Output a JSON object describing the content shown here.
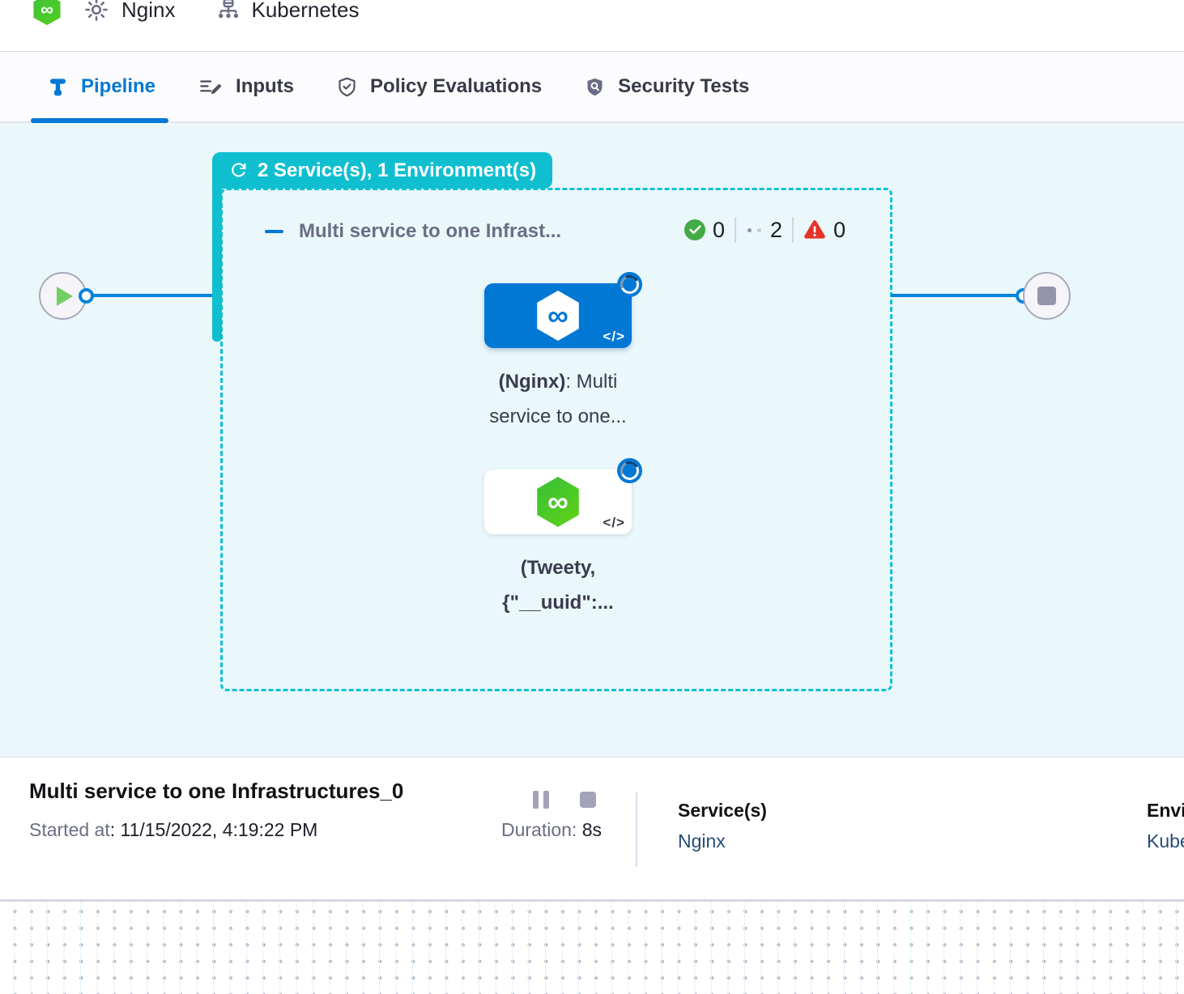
{
  "header": {
    "service_crumb": "Nginx",
    "environment_crumb": "Kubernetes"
  },
  "tabs": [
    {
      "label": "Pipeline"
    },
    {
      "label": "Inputs"
    },
    {
      "label": "Policy Evaluations"
    },
    {
      "label": "Security Tests"
    }
  ],
  "canvas": {
    "group_badge": "2 Service(s), 1 Environment(s)",
    "stage_header": {
      "title": "Multi service to one Infrast...",
      "success_count": "0",
      "running_count": "2",
      "failed_count": "0"
    },
    "nodes": [
      {
        "label_bold": "(Nginx)",
        "label_rest": ": Multi",
        "label_line2": "service to one...",
        "code_glyph": "</>"
      },
      {
        "label_line1": "(Tweety,",
        "label_line2": "{\"__uuid\":...",
        "code_glyph": "</>"
      }
    ]
  },
  "footer": {
    "title": "Multi service to one Infrastructures_0",
    "started_label": "Started at",
    "started_value": ": 11/15/2022, 4:19:22 PM",
    "duration_label": "Duration:",
    "duration_value": " 8s",
    "services_label": "Service(s)",
    "services_value": "Nginx",
    "environments_label": "Environment(s)",
    "environments_value": "Kubernetes"
  },
  "icons": {
    "infinity": "∞"
  },
  "colors": {
    "accent_blue": "#0278d5",
    "teal": "#0fbfd0",
    "canvas_bg": "#eaf7fb",
    "success_green": "#42ab45",
    "error_red": "#e3342c",
    "harness_green": "#54cc1e",
    "link_navy": "#254b77"
  }
}
